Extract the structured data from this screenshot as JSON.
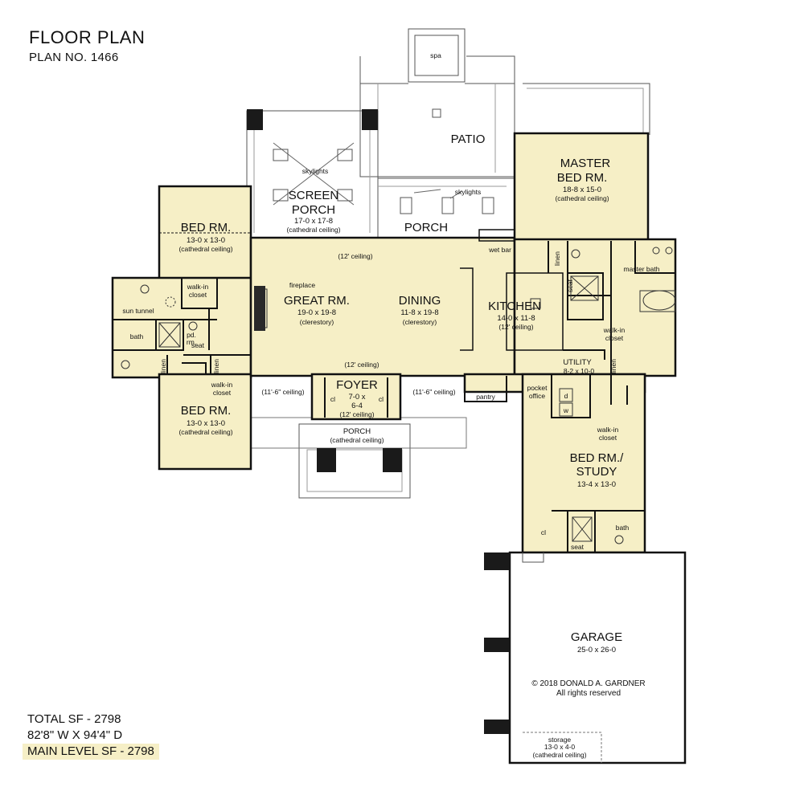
{
  "header": {
    "title": "FLOOR PLAN",
    "plan_no": "PLAN NO. 1466"
  },
  "stats": {
    "total_sf": "TOTAL SF - 2798",
    "dimensions": "82'8\" W X 94'4\" D",
    "main_level": "MAIN LEVEL SF - 2798"
  },
  "colors": {
    "fill": "#f6efc6",
    "wall": "#111111",
    "post": "#1a1a1a"
  },
  "rooms": {
    "patio": "PATIO",
    "spa": "spa",
    "screen_porch": {
      "name1": "SCREEN",
      "name2": "PORCH",
      "dims": "17-0 x 17-8",
      "note": "(cathedral ceiling)",
      "skylights": "skylights"
    },
    "porch_rear": {
      "name": "PORCH",
      "skylights": "skylights"
    },
    "master_bed": {
      "name1": "MASTER",
      "name2": "BED RM.",
      "dims": "18-8 x 15-0",
      "note": "(cathedral ceiling)"
    },
    "bed_top": {
      "name": "BED RM.",
      "dims": "13-0 x 13-0",
      "note": "(cathedral ceiling)"
    },
    "bed_bottom": {
      "name": "BED RM.",
      "dims": "13-0 x 13-0",
      "note": "(cathedral ceiling)"
    },
    "great": {
      "name": "GREAT RM.",
      "dims": "19-0 x 19-8",
      "note": "(clerestory)"
    },
    "dining": {
      "name": "DINING",
      "dims": "11-8 x 19-8",
      "note": "(clerestory)"
    },
    "kitchen": {
      "name": "KITCHEN",
      "dims": "14-0 x 11-8",
      "note": "(12' ceiling)"
    },
    "foyer": {
      "name": "FOYER",
      "dims1": "7-0 x",
      "dims2": "6-4",
      "note": "(12' ceiling)"
    },
    "porch_front": {
      "name": "PORCH",
      "note": "(cathedral ceiling)"
    },
    "utility": {
      "name": "UTILITY",
      "dims": "8-2 x 10-0"
    },
    "bed_study": {
      "name1": "BED RM./",
      "name2": "STUDY",
      "dims": "13-4 x 13-0"
    },
    "garage": {
      "name": "GARAGE",
      "dims": "25-0 x 26-0"
    },
    "storage": {
      "name": "storage",
      "dims": "13-0 x 4-0",
      "note": "(cathedral ceiling)"
    }
  },
  "labels": {
    "ceiling_12_top": "(12' ceiling)",
    "ceiling_12_mid": "(12' ceiling)",
    "ceiling_116_left": "(11'-6\" ceiling)",
    "ceiling_116_right": "(11'-6\" ceiling)",
    "fireplace": "fireplace",
    "wet_bar": "wet bar",
    "linen": "linen",
    "seat": "seat",
    "master_bath": "master bath",
    "walk_in_closet": "walk-in closet",
    "walk_in": "walk-in",
    "closet": "closet",
    "sun_tunnel": "sun tunnel",
    "bath": "bath",
    "pd_rm1": "pd.",
    "pd_rm2": "rm.",
    "pantry": "pantry",
    "pocket1": "pocket",
    "pocket2": "office",
    "cl": "cl",
    "d": "d",
    "w": "w"
  },
  "copyright": {
    "line1": "© 2018 DONALD A. GARDNER",
    "line2": "All rights reserved"
  }
}
